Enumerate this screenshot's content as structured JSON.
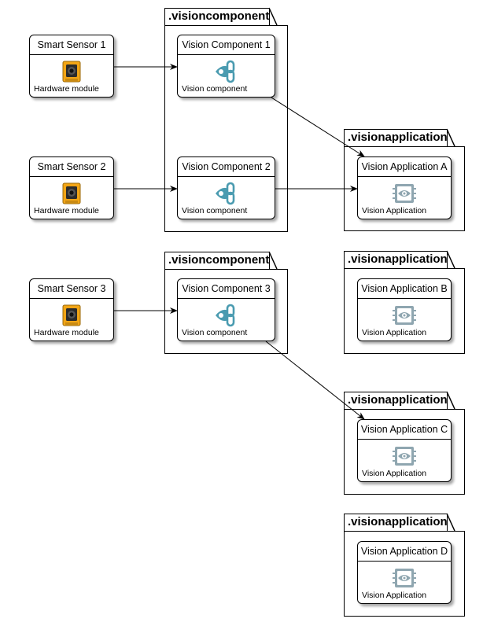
{
  "packages": [
    {
      "id": "pkg-vc-1",
      "label": ".visioncomponent"
    },
    {
      "id": "pkg-va-a",
      "label": ".visionapplication"
    },
    {
      "id": "pkg-vc-2",
      "label": ".visioncomponent"
    },
    {
      "id": "pkg-va-b",
      "label": ".visionapplication"
    },
    {
      "id": "pkg-va-c",
      "label": ".visionapplication"
    },
    {
      "id": "pkg-va-d",
      "label": ".visionapplication"
    }
  ],
  "nodes": [
    {
      "id": "sensor-1",
      "title": "Smart Sensor 1",
      "stereotype": "Hardware module",
      "icon": "camera-module-icon"
    },
    {
      "id": "sensor-2",
      "title": "Smart Sensor 2",
      "stereotype": "Hardware module",
      "icon": "camera-module-icon"
    },
    {
      "id": "sensor-3",
      "title": "Smart Sensor 3",
      "stereotype": "Hardware module",
      "icon": "camera-module-icon"
    },
    {
      "id": "vc-1",
      "title": "Vision Component 1",
      "stereotype": "Vision component",
      "icon": "vision-link-icon"
    },
    {
      "id": "vc-2",
      "title": "Vision Component 2",
      "stereotype": "Vision component",
      "icon": "vision-link-icon"
    },
    {
      "id": "vc-3",
      "title": "Vision Component 3",
      "stereotype": "Vision component",
      "icon": "vision-link-icon"
    },
    {
      "id": "va-a",
      "title": "Vision Application A",
      "stereotype": "Vision Application",
      "icon": "eye-chip-icon"
    },
    {
      "id": "va-b",
      "title": "Vision Application B",
      "stereotype": "Vision Application",
      "icon": "eye-chip-icon"
    },
    {
      "id": "va-c",
      "title": "Vision Application C",
      "stereotype": "Vision Application",
      "icon": "eye-chip-icon"
    },
    {
      "id": "va-d",
      "title": "Vision Application D",
      "stereotype": "Vision Application",
      "icon": "eye-chip-icon"
    }
  ],
  "edges": [
    {
      "from": "sensor-1",
      "to": "vc-1"
    },
    {
      "from": "sensor-2",
      "to": "vc-2"
    },
    {
      "from": "sensor-3",
      "to": "vc-3"
    },
    {
      "from": "vc-1",
      "to": "va-a"
    },
    {
      "from": "vc-2",
      "to": "va-a"
    },
    {
      "from": "vc-3",
      "to": "va-c"
    }
  ],
  "colors": {
    "camera_body": "#f2a516",
    "camera_dark": "#2b2b2b",
    "vision_icon": "#4a9bb0",
    "app_icon": "#8fa6b0"
  }
}
